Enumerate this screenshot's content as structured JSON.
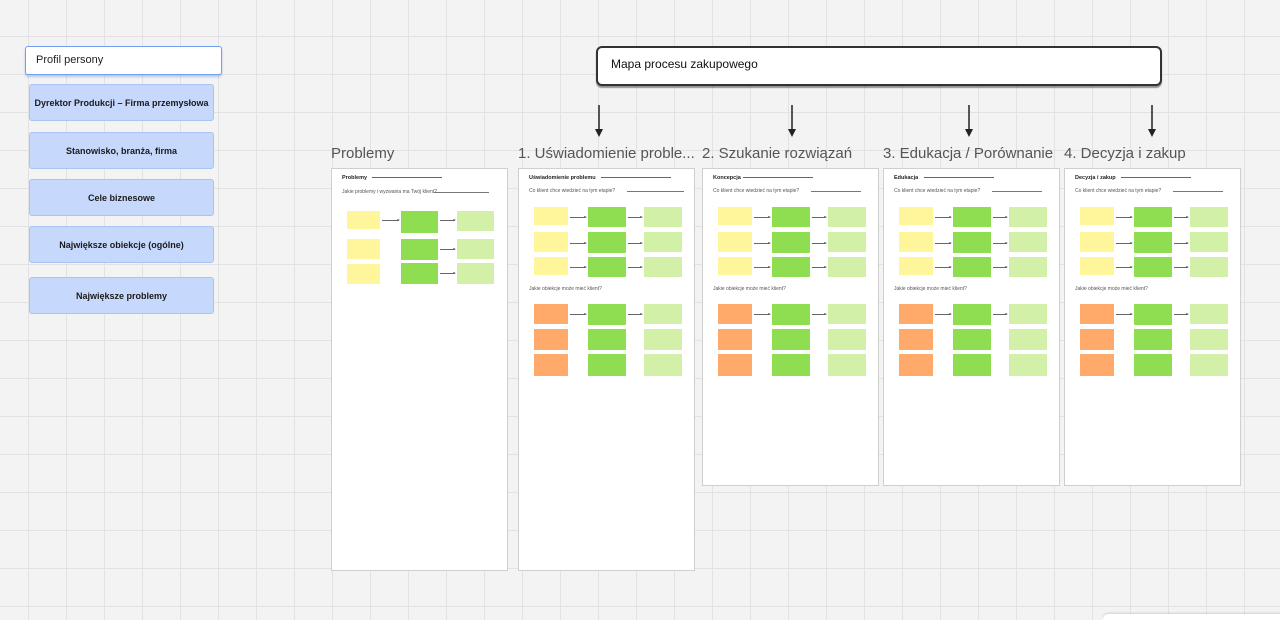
{
  "persona": {
    "title": "Profil persony",
    "cards": [
      "Dyrektor Produkcji – Firma przemysłowa",
      "Stanowisko, branża, firma",
      "Cele biznesowe",
      "Największe obiekcje (ogólne)",
      "Największe problemy"
    ]
  },
  "process": {
    "title": "Mapa procesu zakupowego"
  },
  "columns": [
    {
      "title": "Problemy",
      "board_heading": "Problemy",
      "q1": "Jakie problemy i wyzwania ma Twój klient?",
      "q2": ""
    },
    {
      "title": "1. Uświadomienie proble...",
      "board_heading": "Uświadomienie problemu",
      "q1": "Co klient chce wiedzieć na tym etapie?",
      "q2": "Jakie obiekcje może mieć klient?"
    },
    {
      "title": "2. Szukanie rozwiązań",
      "board_heading": "Koncepcja",
      "q1": "Co klient chce wiedzieć na tym etapie?",
      "q2": "Jakie obiekcje może mieć klient?"
    },
    {
      "title": "3. Edukacja / Porównanie",
      "board_heading": "Edukacja",
      "q1": "Co klient chce wiedzieć na tym etapie?",
      "q2": "Jakie obiekcje może mieć klient?"
    },
    {
      "title": "4. Decyzja i zakup",
      "board_heading": "Decyzja i zakup",
      "q1": "Co klient chce wiedzieć na tym etapie?",
      "q2": "Jakie obiekcje może mieć klient?"
    }
  ],
  "colors": {
    "note_yellow": "#fff59b",
    "note_green": "#8fde52",
    "note_light_green": "#d2f0a7",
    "note_orange": "#ffa96b",
    "persona_card": "#c6d8fc"
  },
  "icons": [
    "arrow-down-icon"
  ]
}
